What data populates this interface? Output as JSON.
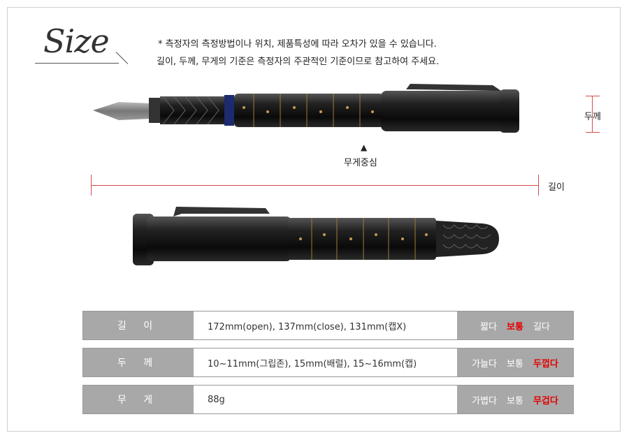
{
  "header": {
    "title": "Size",
    "note_line1": "* 측정자의 측정방법이나 위치, 제품특성에 따라 오차가 있을 수 있습니다.",
    "note_line2": "길이, 두께, 무게의 기준은 측정자의 주관적인 기준이므로 참고하여 주세요."
  },
  "diagram": {
    "thickness_label": "두께",
    "center_label": "무게중심",
    "length_label": "길이"
  },
  "specs": [
    {
      "name": "길 이",
      "value": "172mm(open), 137mm(close), 131mm(캡X)",
      "scale": [
        "짧다",
        "보통",
        "길다"
      ],
      "selected": 1
    },
    {
      "name": "두 께",
      "value": "10~11mm(그립존), 15mm(배럴), 15~16mm(캡)",
      "scale": [
        "가늘다",
        "보통",
        "두껍다"
      ],
      "selected": 2
    },
    {
      "name": "무 게",
      "value": "88g",
      "scale": [
        "가볍다",
        "보통",
        "무겁다"
      ],
      "selected": 2
    }
  ],
  "colors": {
    "highlight": "#e30000",
    "measure": "#d94a4a",
    "cell": "#a8a8a8"
  }
}
